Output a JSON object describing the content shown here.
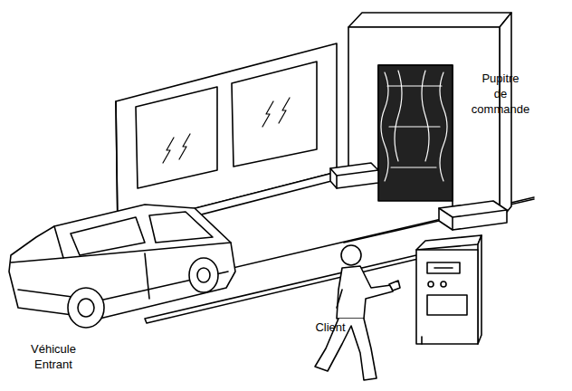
{
  "diagram": {
    "labels": [
      "Pupitre de commande",
      "Client",
      "Véhicule Entrant"
    ]
  }
}
